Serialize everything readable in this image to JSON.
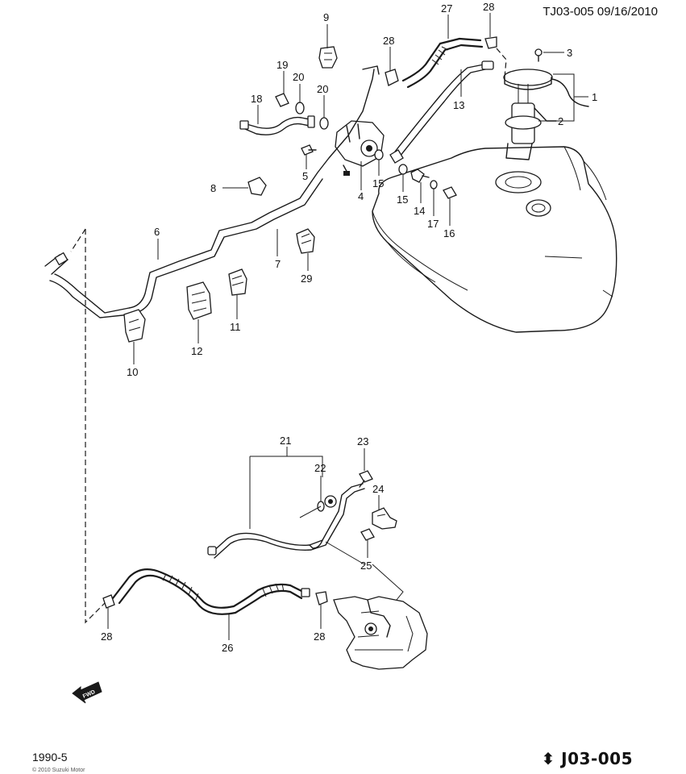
{
  "header": {
    "diagram_id": "TJ03-005  09/16/2010"
  },
  "fwd_label": "FWD",
  "callouts": {
    "c1": "1",
    "c2": "2",
    "c3": "3",
    "c4": "4",
    "c5": "5",
    "c6": "6",
    "c7": "7",
    "c8": "8",
    "c9": "9",
    "c10": "10",
    "c11": "11",
    "c12": "12",
    "c13": "13",
    "c14": "14",
    "c15a": "15",
    "c15b": "15",
    "c16": "16",
    "c17": "17",
    "c18": "18",
    "c19": "19",
    "c20a": "20",
    "c20b": "20",
    "c21": "21",
    "c22": "22",
    "c23": "23",
    "c24": "24",
    "c25": "25",
    "c26": "26",
    "c27": "27",
    "c28a": "28",
    "c28b": "28",
    "c28c": "28",
    "c28d": "28",
    "c29": "29"
  },
  "footer": {
    "model_code": "1990-5",
    "copyright": "© 2010 Suzuki Motor",
    "page_code": "J03-005",
    "page_marker": "⬍"
  }
}
